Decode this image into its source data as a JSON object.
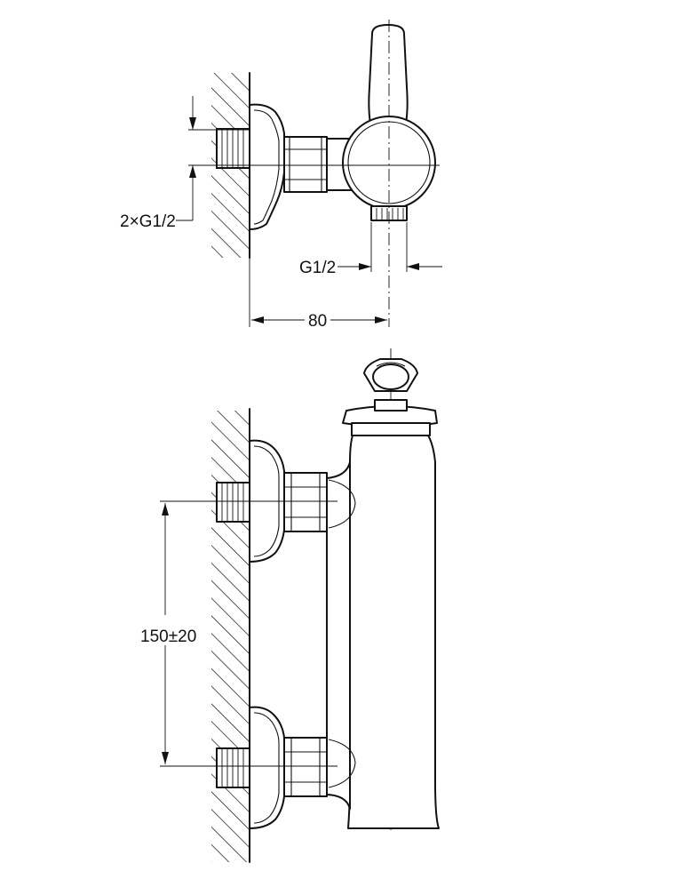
{
  "labels": {
    "inlet_thread": "2×G1/2",
    "outlet_thread": "G1/2",
    "depth": "80",
    "inlet_spacing": "150±20"
  }
}
